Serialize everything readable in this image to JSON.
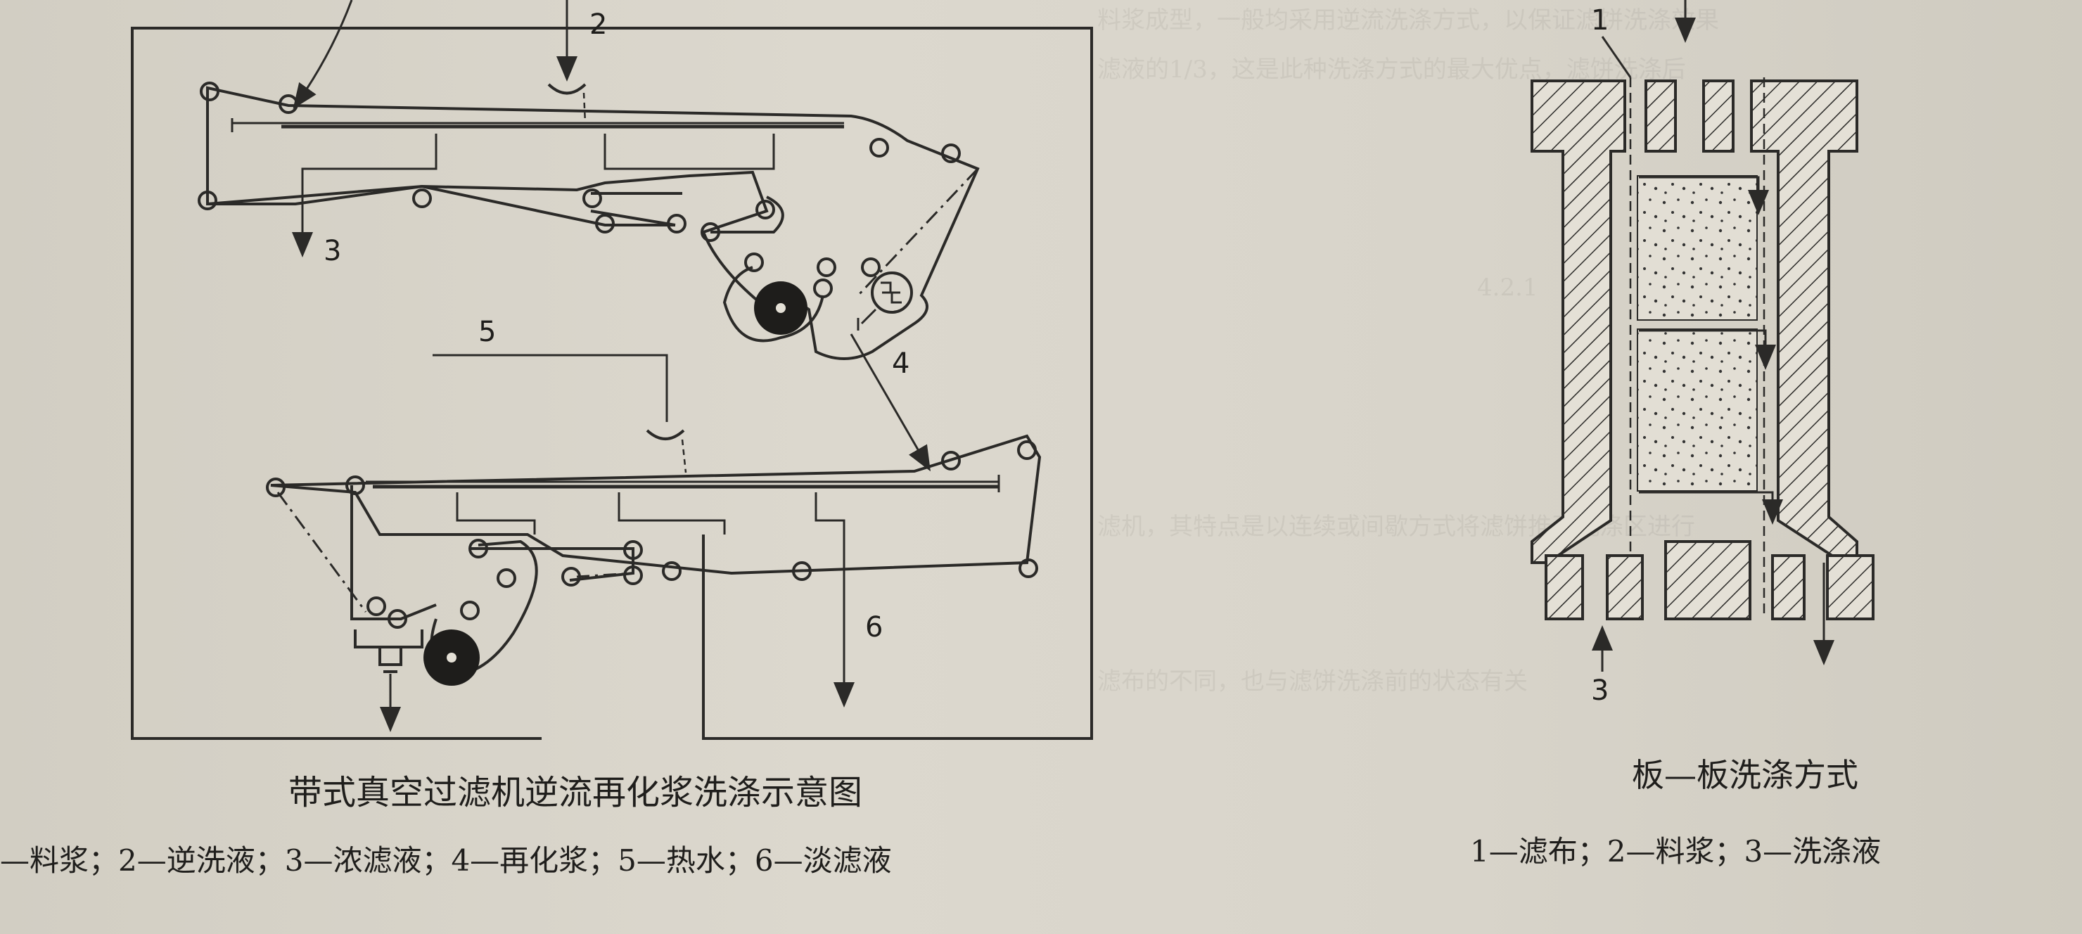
{
  "left_figure": {
    "title": "带式真空过滤机逆流再化浆洗涤示意图",
    "legend": "—料浆；2—逆洗液；3—浓滤液；4—再化浆；5—热水；6—淡滤液",
    "callouts": {
      "n2": "2",
      "n3": "3",
      "n4": "4",
      "n5": "5",
      "n6": "6"
    }
  },
  "right_figure": {
    "title": "板—板洗涤方式",
    "legend": "1—滤布；2—料浆；3—洗涤液",
    "callouts": {
      "n1": "1",
      "n3": "3"
    }
  }
}
